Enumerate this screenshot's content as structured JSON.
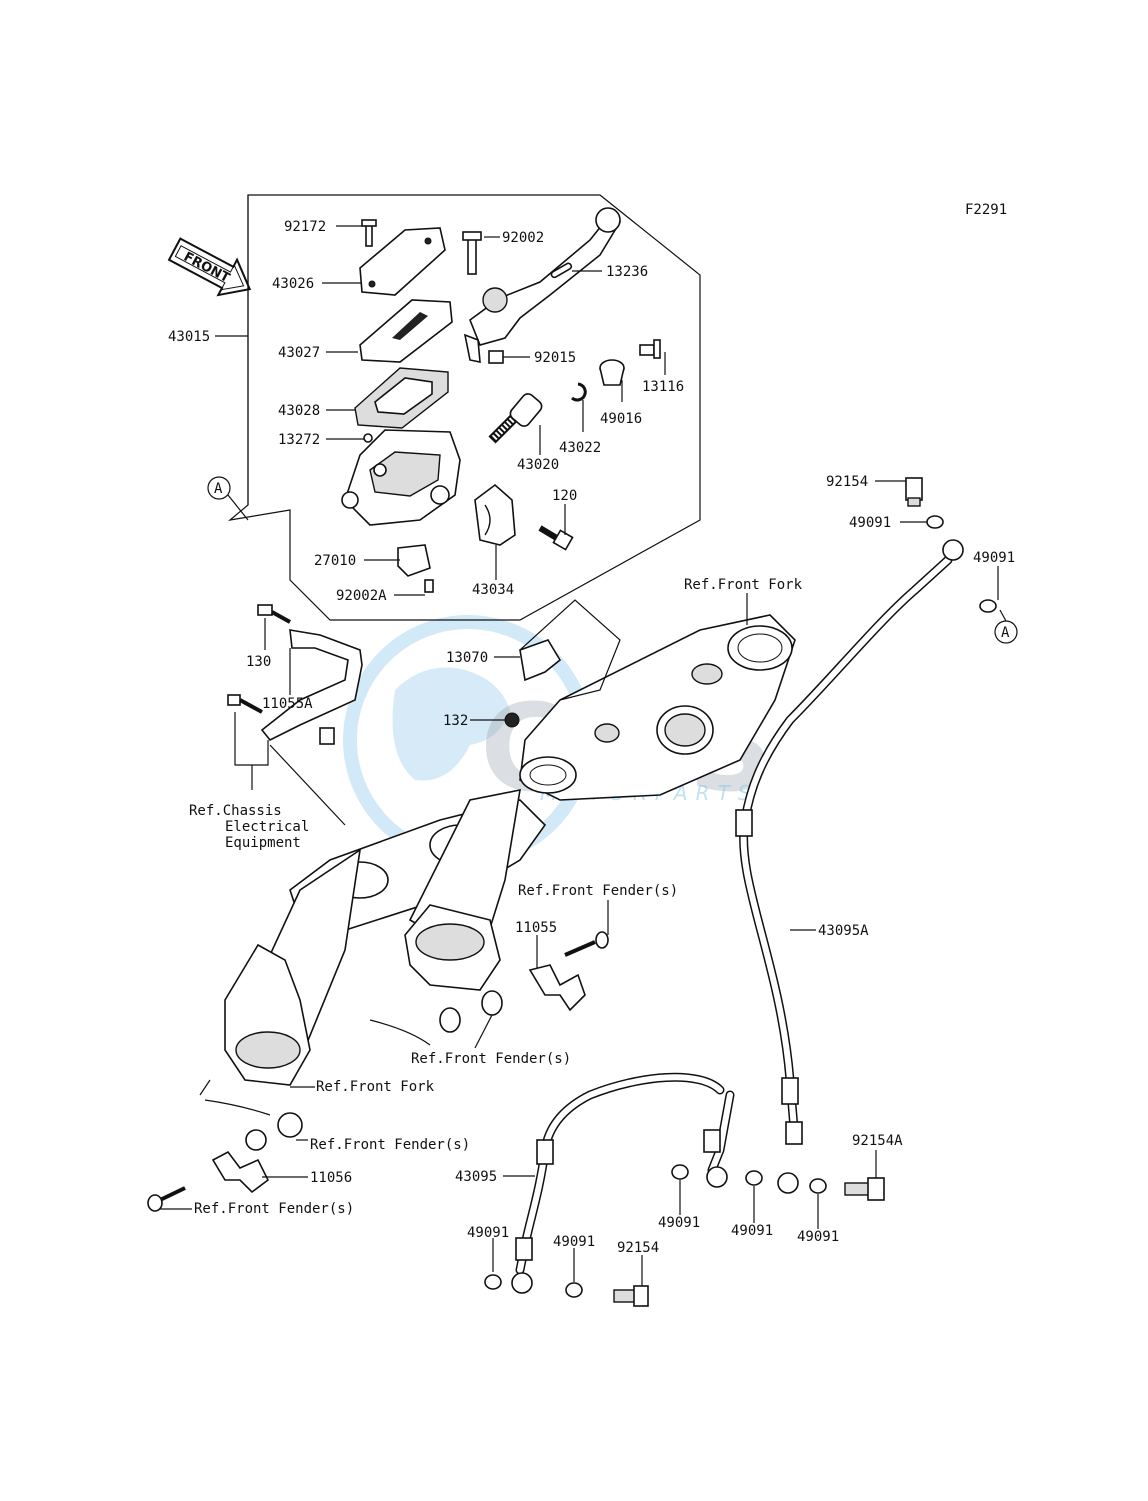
{
  "figure_code": "F2291",
  "watermark": {
    "logo": "CMS",
    "subtext": "MOTORPARTS"
  },
  "front_arrow_label": "FRONT",
  "callout_letter": "A",
  "labels": {
    "p92172": "92172",
    "p92002": "92002",
    "p43026": "43026",
    "p13236": "13236",
    "p43015": "43015",
    "p43027": "43027",
    "p92015": "92015",
    "p13116": "13116",
    "p49016": "49016",
    "p43028": "43028",
    "p43022": "43022",
    "p13272": "13272",
    "p43020": "43020",
    "p120": "120",
    "p92154_top": "92154",
    "p49091_a": "49091",
    "p49091_b": "49091",
    "p27010": "27010",
    "p43034": "43034",
    "p92002A": "92002A",
    "ref_front_fork_top": "Ref.Front Fork",
    "p13070": "13070",
    "p130": "130",
    "p11055A": "11055A",
    "p132": "132",
    "ref_chassis_1": "Ref.Chassis",
    "ref_chassis_2": "Electrical",
    "ref_chassis_3": "Equipment",
    "ref_front_fender_1": "Ref.Front Fender(s)",
    "p11055": "11055",
    "p43095A": "43095A",
    "ref_front_fender_2": "Ref.Front Fender(s)",
    "ref_front_fork_bottom": "Ref.Front Fork",
    "ref_front_fender_3": "Ref.Front Fender(s)",
    "p92154A": "92154A",
    "p11056": "11056",
    "ref_front_fender_4": "Ref.Front Fender(s)",
    "p43095": "43095",
    "p49091_c": "49091",
    "p49091_d": "49091",
    "p49091_e": "49091",
    "p49091_f": "49091",
    "p49091_g": "49091",
    "p92154_bottom": "92154"
  }
}
